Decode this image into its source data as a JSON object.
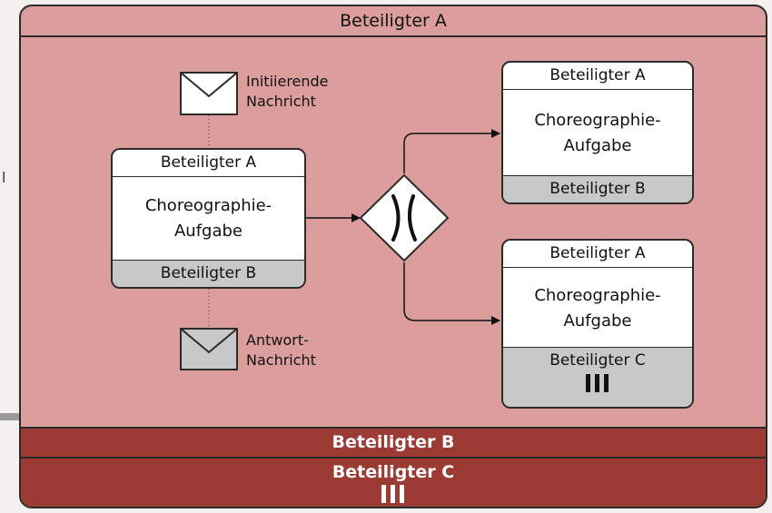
{
  "pool": {
    "title": "Beteiligter A",
    "band_b": "Beteiligter B",
    "band_c": "Beteiligter C"
  },
  "left_edge_char": "l",
  "messages": {
    "initiating": {
      "line1": "Initiierende",
      "line2": "Nachricht",
      "icon": "envelope-icon",
      "fill": "#ffffff"
    },
    "response": {
      "line1": "Antwort-",
      "line2": "Nachricht",
      "icon": "envelope-icon",
      "fill": "#c8c8c8"
    }
  },
  "tasks": [
    {
      "initiator": "Beteiligter A",
      "name_line1": "Choreographie-",
      "name_line2": "Aufgabe",
      "receiver": "Beteiligter B"
    },
    {
      "initiator": "Beteiligter A",
      "name_line1": "Choreographie-",
      "name_line2": "Aufgabe",
      "receiver": "Beteiligter B"
    },
    {
      "initiator": "Beteiligter A",
      "name_line1": "Choreographie-",
      "name_line2": "Aufgabe",
      "receiver": "Beteiligter C",
      "marker": "multi-instance-icon"
    }
  ],
  "gateway": {
    "type": "exclusive",
    "icon": "x-icon"
  },
  "colors": {
    "pool_fill": "#dc9e9c",
    "band_fill": "#9c3a34",
    "participant_gray": "#c8c8c8",
    "stroke": "#2b2b2b"
  }
}
